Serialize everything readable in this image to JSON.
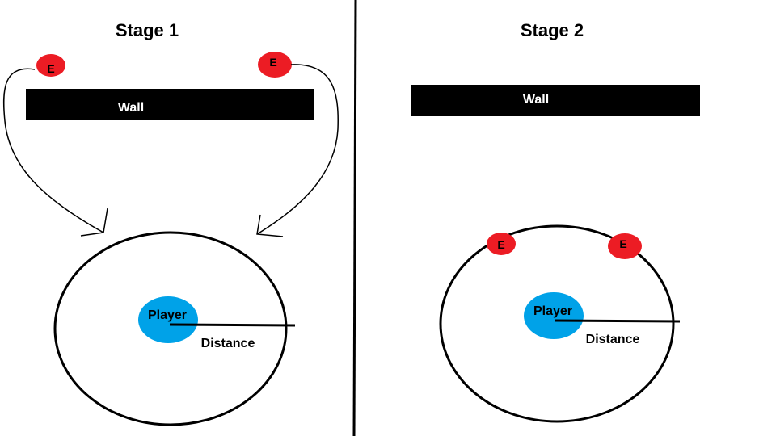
{
  "colors": {
    "background": "#ffffff",
    "ink": "#000000",
    "wall": "#000000",
    "wall_text": "#ffffff",
    "enemy": "#ec1c24",
    "player": "#00a2e8"
  },
  "stage1": {
    "title": "Stage 1",
    "wall_label": "Wall",
    "enemy_left_label": "E",
    "enemy_right_label": "E",
    "player_label": "Player",
    "distance_label": "Distance"
  },
  "stage2": {
    "title": "Stage 2",
    "wall_label": "Wall",
    "enemy_left_label": "E",
    "enemy_right_label": "E",
    "player_label": "Player",
    "distance_label": "Distance"
  }
}
